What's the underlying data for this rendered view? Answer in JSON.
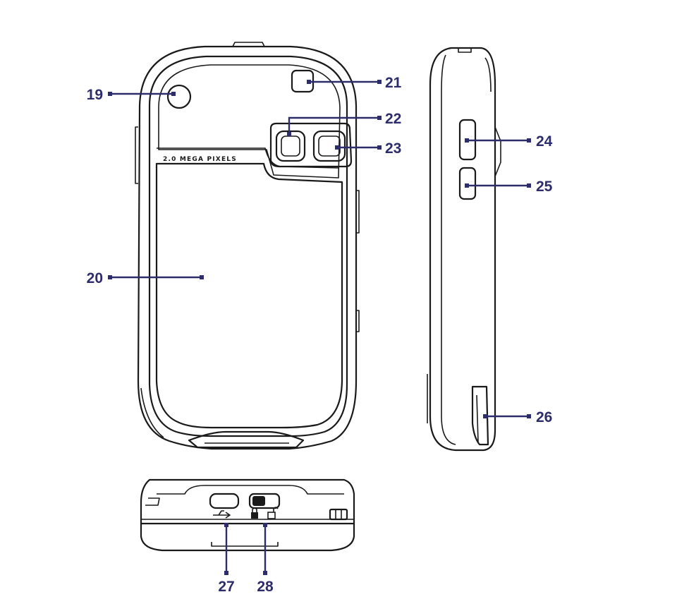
{
  "accent_color": "#2e2d6b",
  "outline_color": "#1a1a1a",
  "printed_text": {
    "camera_label": "2.0 MEGA PIXELS"
  },
  "callouts": [
    {
      "id": "19",
      "label": "19"
    },
    {
      "id": "20",
      "label": "20"
    },
    {
      "id": "21",
      "label": "21"
    },
    {
      "id": "22",
      "label": "22"
    },
    {
      "id": "23",
      "label": "23"
    },
    {
      "id": "24",
      "label": "24"
    },
    {
      "id": "25",
      "label": "25"
    },
    {
      "id": "26",
      "label": "26"
    },
    {
      "id": "27",
      "label": "27"
    },
    {
      "id": "28",
      "label": "28"
    }
  ],
  "icons": [
    "usb-icon",
    "lock-icon",
    "unlock-icon"
  ]
}
